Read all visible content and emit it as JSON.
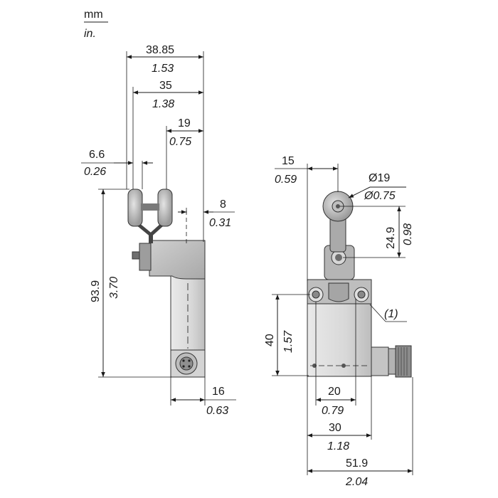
{
  "units": {
    "mm": "mm",
    "in": "in."
  },
  "dimensions": {
    "width_total": {
      "mm": "38.85",
      "in": "1.53"
    },
    "width_rollers": {
      "mm": "35",
      "in": "1.38"
    },
    "roller_offset": {
      "mm": "19",
      "in": "0.75"
    },
    "roller_width": {
      "mm": "6.6",
      "in": "0.26"
    },
    "arm_offset": {
      "mm": "8",
      "in": "0.31"
    },
    "height_total": {
      "mm": "93.9",
      "in": "3.70"
    },
    "body_depth": {
      "mm": "16",
      "in": "0.63"
    },
    "lever_offset": {
      "mm": "15",
      "in": "0.59"
    },
    "roller_diameter": {
      "mm": "Ø19",
      "in": "Ø0.75"
    },
    "lever_length": {
      "mm": "24.9",
      "in": "0.98"
    },
    "body_height": {
      "mm": "40",
      "in": "1.57"
    },
    "hole_spacing": {
      "mm": "20",
      "in": "0.79"
    },
    "body_width": {
      "mm": "30",
      "in": "1.18"
    },
    "overall_width": {
      "mm": "51.9",
      "in": "2.04"
    }
  },
  "callout": "(1)"
}
